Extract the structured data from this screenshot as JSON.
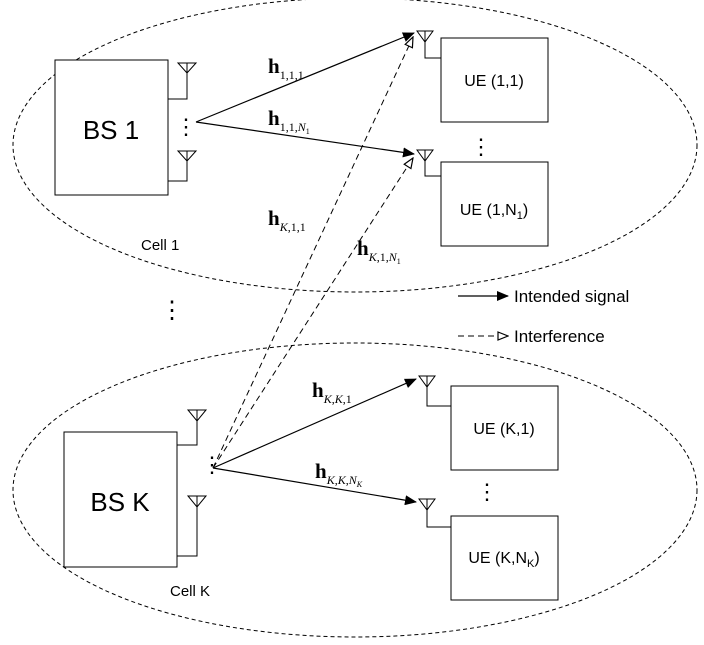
{
  "cells": [
    {
      "label": "Cell 1",
      "bs_label": "BS 1",
      "ues": [
        {
          "label_main": "UE (1,1)",
          "label_sub": ""
        },
        {
          "label_main": "UE (1,N",
          "label_sub": "1",
          "label_end": ")"
        }
      ]
    },
    {
      "label": "Cell K",
      "bs_label": "BS K",
      "ues": [
        {
          "label_main": "UE (K,1)",
          "label_sub": ""
        },
        {
          "label_main": "UE (K,N",
          "label_sub": "K",
          "label_end": ")"
        }
      ]
    }
  ],
  "channels": {
    "h111": {
      "base": "h",
      "sub": "1,1,1"
    },
    "h11N": {
      "base": "h",
      "sub_pre": "1,1,",
      "sub_var": "N",
      "sub_var_sub": "1"
    },
    "hK11": {
      "base": "h",
      "sub_var": "K",
      "sub_post": ",1,1"
    },
    "hK1N": {
      "base": "h",
      "sub_var": "K",
      "sub_post": ",1,",
      "sub_var2": "N",
      "sub_var2_sub": "1"
    },
    "hKK1": {
      "base": "h",
      "sub_var": "K",
      "sub_mid": ",",
      "sub_var2": "K",
      "sub_post": ",1"
    },
    "hKKN": {
      "base": "h",
      "sub_var": "K",
      "sub_mid": ",",
      "sub_var2": "K",
      "sub_mid2": ",",
      "sub_var3": "N",
      "sub_var3_sub": "K"
    }
  },
  "legend": {
    "intended": "Intended signal",
    "interference": "Interference"
  },
  "ellipsis": "⋮",
  "colors": {
    "stroke": "#000000",
    "background": "#ffffff"
  }
}
